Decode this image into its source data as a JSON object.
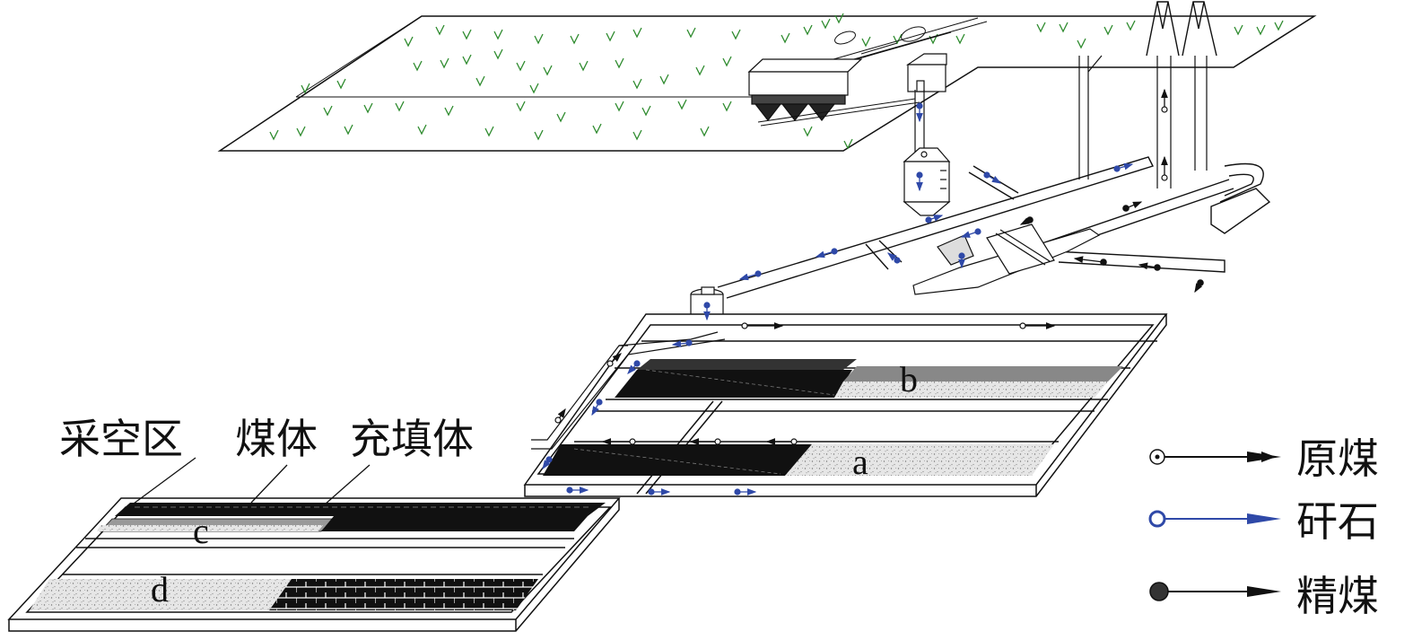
{
  "area_labels": {
    "goaf": "采空区",
    "coal_body": "煤体",
    "backfill_body": "充填体"
  },
  "panel_letters": {
    "a": "a",
    "b": "b",
    "c": "c",
    "d": "d"
  },
  "legend": [
    {
      "label": "原煤",
      "marker": "dot-in-circle",
      "color": "#111111"
    },
    {
      "label": "矸石",
      "marker": "open-circle",
      "color": "#2f49a8"
    },
    {
      "label": "精煤",
      "marker": "solid-circle",
      "color": "#111111"
    }
  ],
  "colors": {
    "coal": "#111111",
    "backfill_fill": "#dcdcdc",
    "gangue_flow": "#2f49a8",
    "grass": "#2e8b2e",
    "outline": "#111111"
  }
}
